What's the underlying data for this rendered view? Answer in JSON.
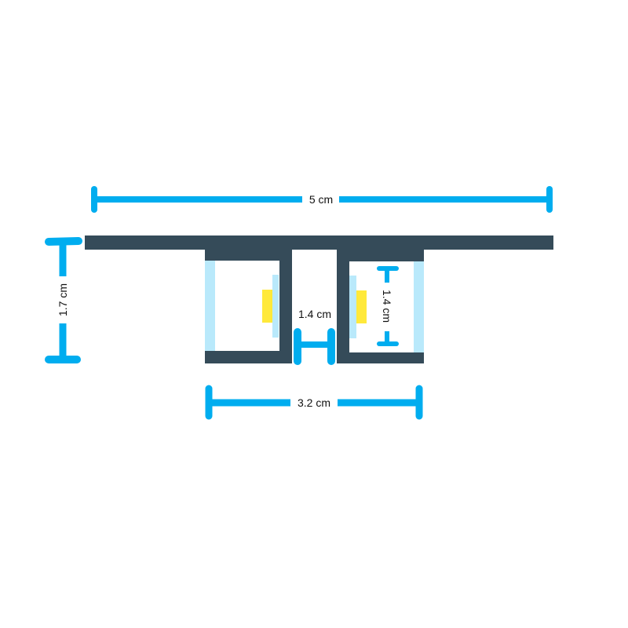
{
  "colors": {
    "profile": "#354b59",
    "dimension": "#00adef",
    "diffuser": "#b9e9fb",
    "led": "#ffe93b"
  },
  "dimensions": {
    "total_width": "5 cm",
    "total_height": "1.7 cm",
    "gap_width": "1.4 cm",
    "channel_height": "1.4 cm",
    "channels_width": "3.2 cm"
  }
}
